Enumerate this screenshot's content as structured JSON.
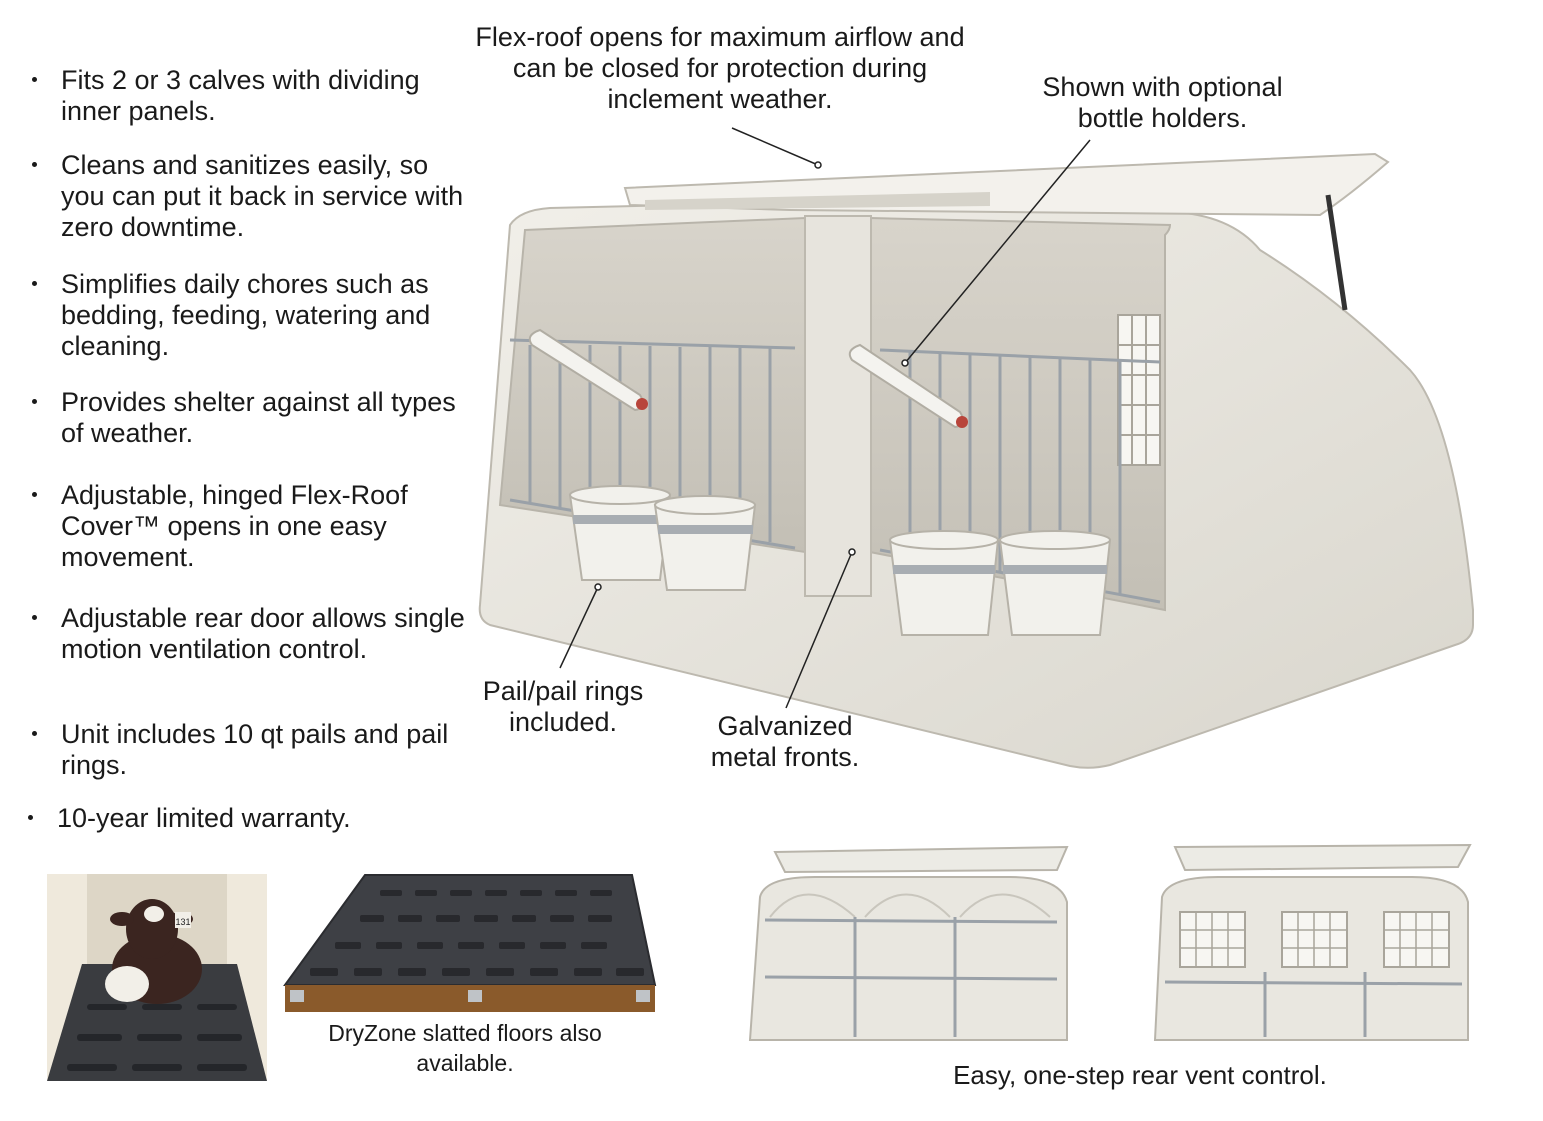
{
  "features": [
    "Fits 2 or 3 calves with dividing inner panels.",
    "Cleans and sanitizes easily, so you can put it back in service with zero downtime.",
    "Simplifies daily chores such as bedding, feeding, watering and cleaning.",
    "Provides shelter against all types of weather.",
    "Adjustable, hinged Flex-Roof Cover™ opens in one easy movement.",
    "Adjustable rear door allows single motion ventilation control.",
    "Unit includes 10 qt pails and pail rings.",
    "10-year limited warranty."
  ],
  "callouts": {
    "flex_roof": "Flex-roof opens for maximum airflow and can be closed for protection during inclement weather.",
    "bottle_holders": "Shown with optional bottle holders.",
    "pail_rings": "Pail/pail rings included.",
    "metal_fronts": "Galvanized metal fronts."
  },
  "captions": {
    "slatted_floors": "DryZone slatted floors also available.",
    "rear_vent": "Easy, one-step rear vent control."
  },
  "ear_tag": "131",
  "colors": {
    "hutch": "#e9e7e0",
    "hutch_shadow": "#c9c6bd",
    "floor": "#3b3d42",
    "wood": "#8a5a2b"
  }
}
